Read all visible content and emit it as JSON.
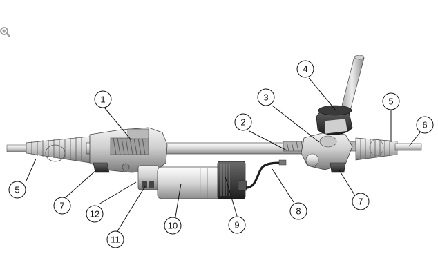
{
  "toolbar": {
    "zoom_icon": "zoom-in-icon"
  },
  "callouts": [
    {
      "number": "1"
    },
    {
      "number": "2"
    },
    {
      "number": "3"
    },
    {
      "number": "4"
    },
    {
      "number": "5"
    },
    {
      "number": "5"
    },
    {
      "number": "6"
    },
    {
      "number": "7"
    },
    {
      "number": "7"
    },
    {
      "number": "8"
    },
    {
      "number": "9"
    },
    {
      "number": "10"
    },
    {
      "number": "11"
    },
    {
      "number": "12"
    }
  ],
  "colors": {
    "metal_light": "#d9d9d9",
    "metal_mid": "#a9a9a9",
    "metal_dark": "#5a5a5a",
    "motor_dark": "#2b2b2b",
    "outline": "#333333"
  }
}
